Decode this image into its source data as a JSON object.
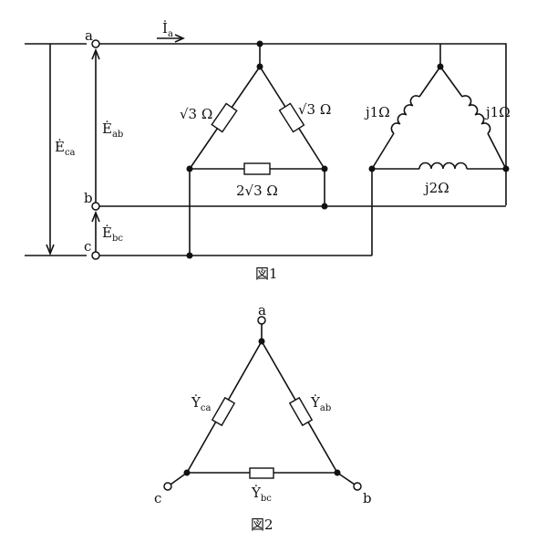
{
  "figure1": {
    "caption": "図1",
    "terminals": {
      "a": "a",
      "b": "b",
      "c": "c"
    },
    "current": {
      "main": "İ",
      "sub": "a"
    },
    "voltages": {
      "ab": {
        "main": "Ė",
        "sub": "ab"
      },
      "bc": {
        "main": "Ė",
        "sub": "bc"
      },
      "ca": {
        "main": "Ė",
        "sub": "ca"
      }
    },
    "resistor_delta": {
      "left": "√3 Ω",
      "right": "√3 Ω",
      "bottom": "2√3 Ω"
    },
    "inductor_delta": {
      "left": "j1Ω",
      "right": "j1Ω",
      "bottom": "j2Ω"
    }
  },
  "figure2": {
    "caption": "図2",
    "terminals": {
      "a": "a",
      "b": "b",
      "c": "c"
    },
    "admittances": {
      "ca": {
        "main": "Ẏ",
        "sub": "ca"
      },
      "ab": {
        "main": "Ẏ",
        "sub": "ab"
      },
      "bc": {
        "main": "Ẏ",
        "sub": "bc"
      }
    }
  }
}
